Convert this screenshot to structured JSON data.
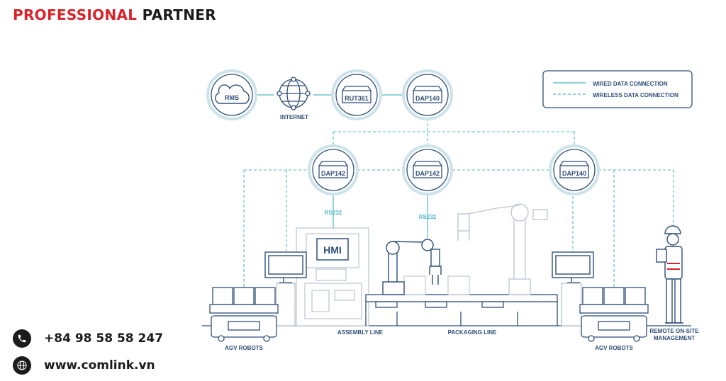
{
  "header": {
    "title_accent": "PROFESSIONAL",
    "title_rest": "PARTNER"
  },
  "legend": {
    "wired": "WIRED DATA CONNECTION",
    "wireless": "WIRELESS DATA CONNECTION"
  },
  "nodes": {
    "rms": "RMS",
    "internet": "INTERNET",
    "rut361": "RUT361",
    "dap140_top": "DAP140",
    "dap142_left": "DAP142",
    "dap142_center": "DAP142",
    "dap140_right": "DAP140"
  },
  "links": {
    "rs232_left": "RS232",
    "rs232_center": "RS232"
  },
  "equipment": {
    "hmi": "HMI"
  },
  "labels": {
    "assembly_line": "ASSEMBLY LINE",
    "packaging_line": "PACKAGING LINE",
    "agv_left": "AGV ROBOTS",
    "agv_right": "AGV ROBOTS",
    "remote_line1": "REMOTE ON-SITE",
    "remote_line2": "MANAGEMENT"
  },
  "contact": {
    "phone": "+84 98 58 58 247",
    "website": "www.comlink.vn"
  },
  "colors": {
    "accent_red": "#d8232a",
    "line_blue": "#2f4f7a",
    "cyan": "#4db8c8",
    "light": "#c9d3de"
  }
}
